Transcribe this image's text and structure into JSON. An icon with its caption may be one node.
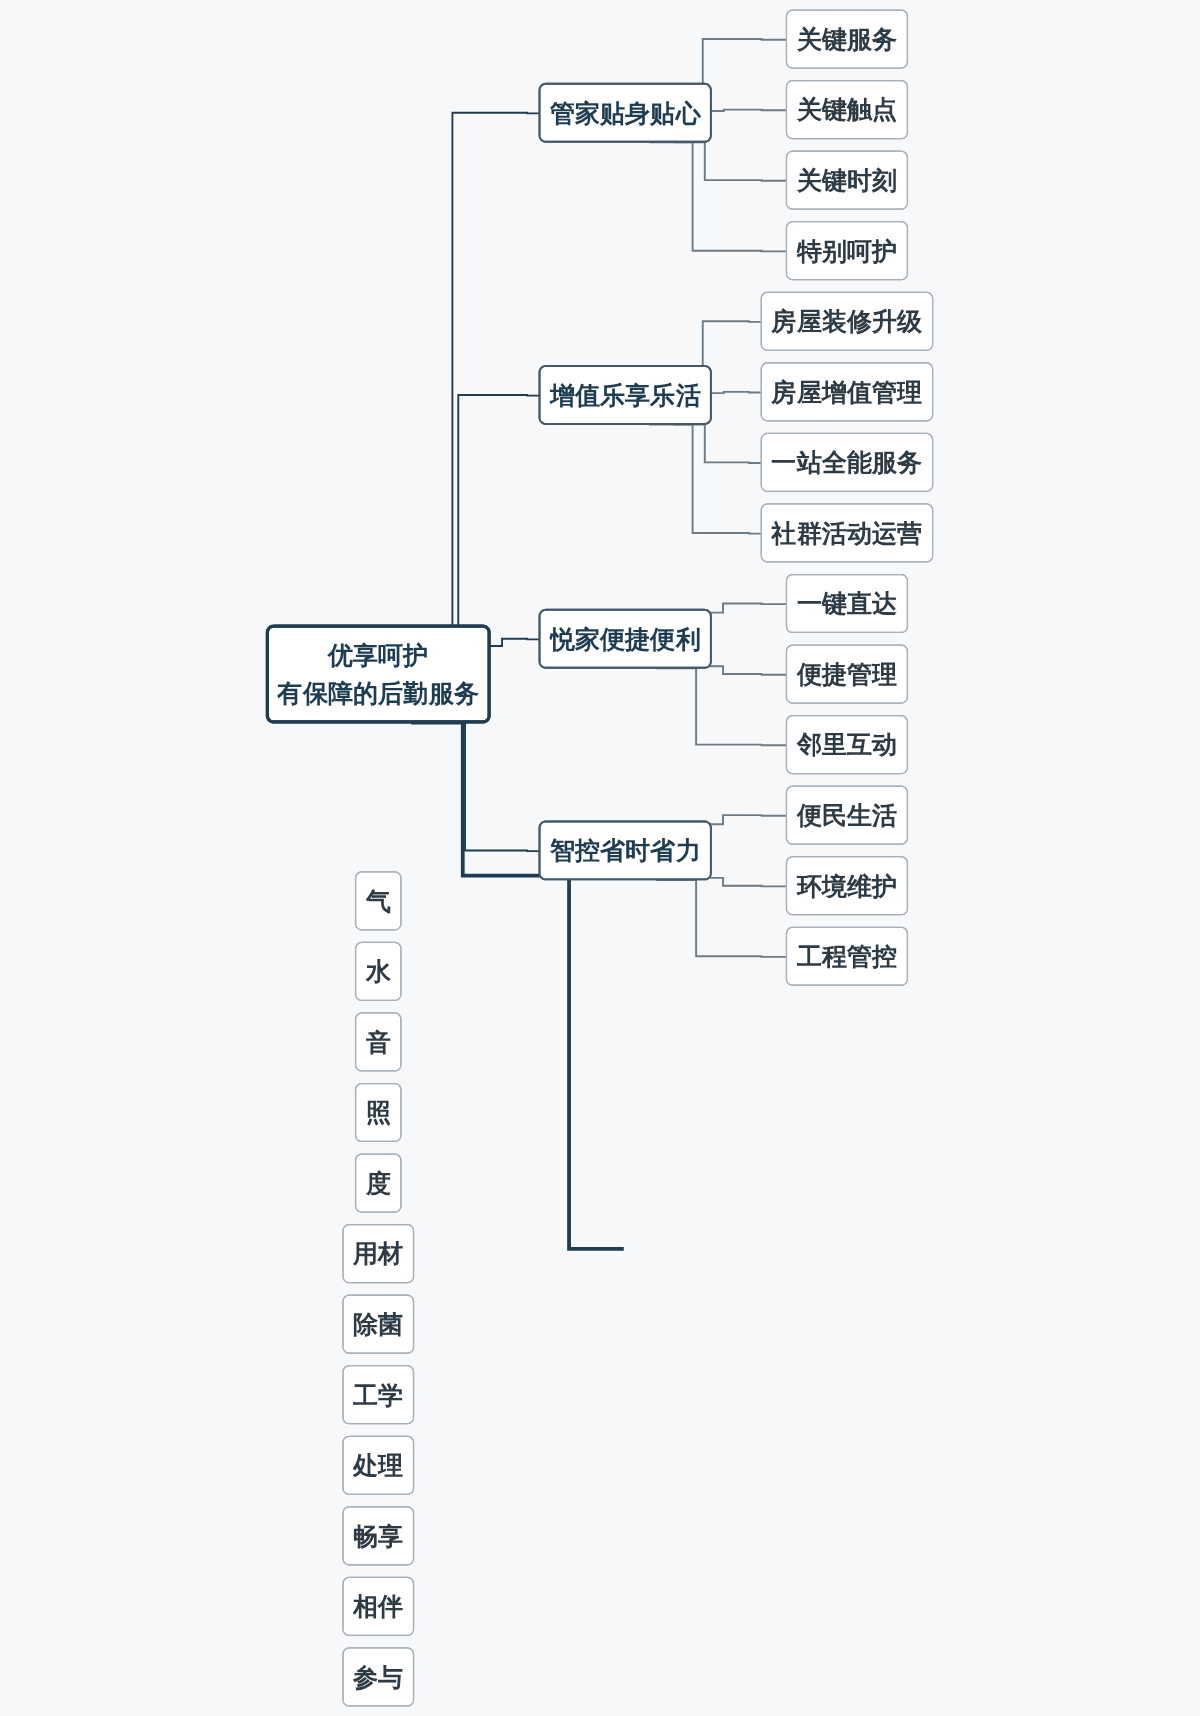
{
  "diagram": {
    "nodes": [
      {
        "text": [
          "优享呵护",
          "有保障的后勤服务"
        ]
      },
      {
        "text": [
          "管家贴身贴心"
        ]
      },
      {
        "text": [
          "关键服务"
        ]
      },
      {
        "text": [
          "关键触点"
        ]
      },
      {
        "text": [
          "关键时刻"
        ]
      },
      {
        "text": [
          "特别呵护"
        ]
      },
      {
        "text": [
          "增值乐享乐活"
        ]
      },
      {
        "text": [
          "房屋装修升级"
        ]
      },
      {
        "text": [
          "房屋增值管理"
        ]
      },
      {
        "text": [
          "一站全能服务"
        ]
      },
      {
        "text": [
          "社群活动运营"
        ]
      },
      {
        "text": [
          "悦家便捷便利"
        ]
      },
      {
        "text": [
          "一键直达"
        ]
      },
      {
        "text": [
          "便捷管理"
        ]
      },
      {
        "text": [
          "邻里互动"
        ]
      },
      {
        "text": [
          "智控省时省力"
        ]
      },
      {
        "text": [
          "便民生活"
        ]
      },
      {
        "text": [
          "环境维护"
        ]
      },
      {
        "text": [
          "工程管控"
        ]
      },
      {
        "text": [
          "气"
        ]
      },
      {
        "text": [
          "水"
        ]
      },
      {
        "text": [
          "音"
        ]
      },
      {
        "text": [
          "照"
        ]
      },
      {
        "text": [
          "度"
        ]
      },
      {
        "text": [
          "用材"
        ]
      },
      {
        "text": [
          "除菌"
        ]
      },
      {
        "text": [
          "工学"
        ]
      },
      {
        "text": [
          "处理"
        ]
      },
      {
        "text": [
          "畅享"
        ]
      },
      {
        "text": [
          "相伴"
        ]
      },
      {
        "text": [
          "参与"
        ]
      }
    ],
    "edges": [
      {
        "from": 0,
        "to": null,
        "arrow": "none"
      },
      {
        "from": 0,
        "to": 1,
        "arrow": "none"
      },
      {
        "from": 1,
        "to": 2,
        "arrow": "none"
      },
      {
        "from": 1,
        "to": 3,
        "arrow": "none"
      },
      {
        "from": 1,
        "to": 4,
        "arrow": "none"
      },
      {
        "from": 1,
        "to": 5,
        "arrow": "none"
      },
      {
        "from": 0,
        "to": 6,
        "arrow": "none"
      },
      {
        "from": 6,
        "to": 7,
        "arrow": "none"
      },
      {
        "from": 6,
        "to": 8,
        "arrow": "none"
      },
      {
        "from": 6,
        "to": 9,
        "arrow": "none"
      },
      {
        "from": 6,
        "to": 10,
        "arrow": "none"
      },
      {
        "from": 0,
        "to": 11,
        "arrow": "none"
      },
      {
        "from": 11,
        "to": 12,
        "arrow": "none"
      },
      {
        "from": 11,
        "to": 13,
        "arrow": "none"
      },
      {
        "from": 11,
        "to": 14,
        "arrow": "none"
      },
      {
        "from": 0,
        "to": 15,
        "arrow": "none"
      },
      {
        "from": 15,
        "to": 16,
        "arrow": "none"
      },
      {
        "from": 15,
        "to": 17,
        "arrow": "none"
      },
      {
        "from": 15,
        "to": 18,
        "arrow": "none"
      }
    ]
  }
}
